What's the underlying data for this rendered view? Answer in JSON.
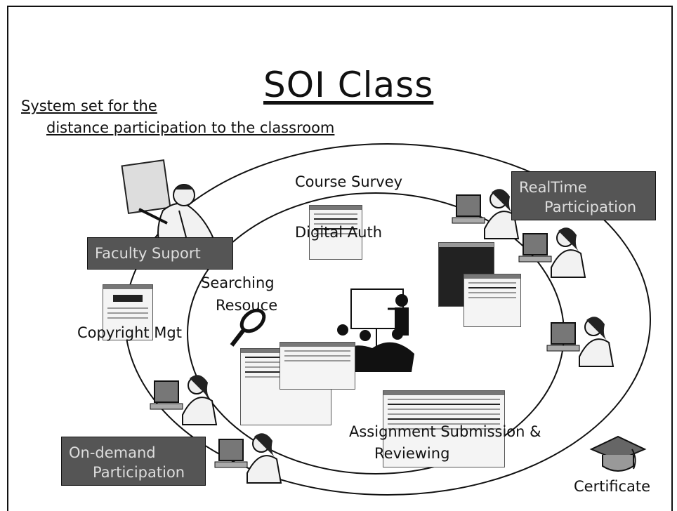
{
  "slide": {
    "title": "SOI Class",
    "subtitle_line1": "System set for the",
    "subtitle_line2": "distance participation to the classroom"
  },
  "boxes": {
    "realtime_line1": "RealTime",
    "realtime_line2": "Participation",
    "faculty": "Faculty Suport",
    "ondemand_line1": "On-demand",
    "ondemand_line2": "Participation"
  },
  "labels": {
    "course_survey": "Course Survey",
    "digital_auth": "Digital Auth",
    "searching": "Searching",
    "resource": "Resouce",
    "copyright": "Copyright Mgt",
    "assignment_line1": "Assignment Submission &",
    "assignment_line2": "Reviewing",
    "certificate": "Certificate"
  },
  "colors": {
    "box_fill": "#555555",
    "box_text": "#dddddd",
    "line": "#111111"
  },
  "icons": [
    "teacher-icon",
    "computer-user-icon",
    "magnifier-icon",
    "classroom-icon",
    "graduation-cap-icon",
    "screenshot-thumbnail"
  ]
}
